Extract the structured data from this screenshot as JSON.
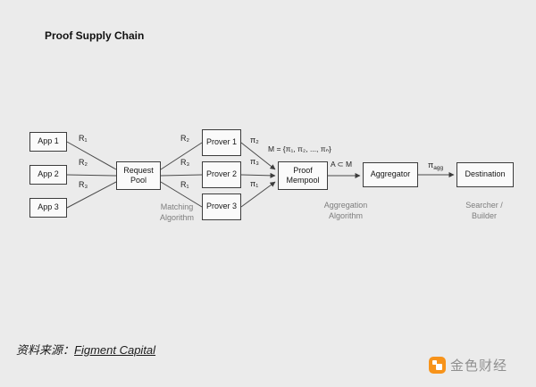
{
  "title": "Proof Supply Chain",
  "colors": {
    "background": "#ebebeb",
    "box_border": "#3c3c3c",
    "caption_gray": "#7d7d7d",
    "brand_orange": "#f7931a"
  },
  "nodes": {
    "app1": "App 1",
    "app2": "App 2",
    "app3": "App 3",
    "request_pool": "Request Pool",
    "prover1": "Prover 1",
    "prover2": "Prover 2",
    "prover3": "Prover 3",
    "proof_mempool": "Proof Mempool",
    "aggregator": "Aggregator",
    "destination": "Destination"
  },
  "edge_labels": {
    "r1_left": "R₁",
    "r2_left": "R₂",
    "r3_left": "R₃",
    "r2_mid": "R₂",
    "r3_mid": "R₃",
    "r1_mid": "R₁",
    "pi2": "π₂",
    "pi3": "π₃",
    "pi1": "π₁",
    "m_set": "M = {π₁, π₂, ..., πₙ}",
    "a_subset": "A ⊂ M",
    "pi_agg_base": "π",
    "pi_agg_sub": "agg"
  },
  "captions": {
    "matching": "Matching Algorithm",
    "aggregation": "Aggregation Algorithm",
    "searcher": "Searcher / Builder"
  },
  "source": {
    "prefix": "资料来源：",
    "link": "Figment Capital"
  },
  "brand": {
    "text": "金色财经"
  }
}
